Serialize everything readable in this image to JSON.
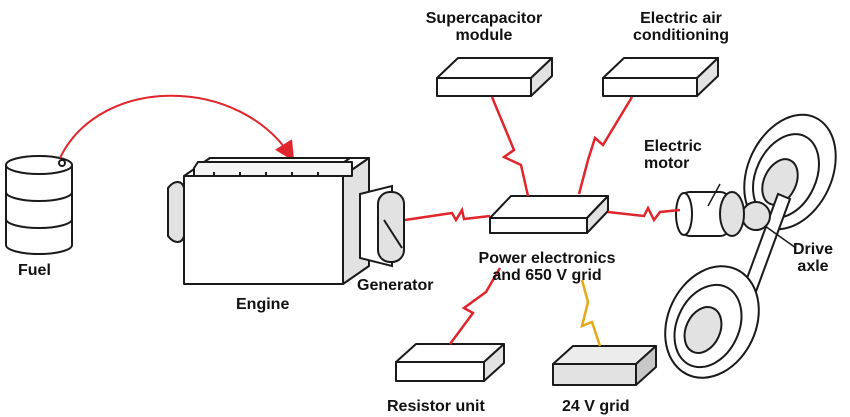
{
  "labels": {
    "fuel": "Fuel",
    "engine": "Engine",
    "generator": "Generator",
    "supercap_1": "Supercapacitor",
    "supercap_2": "module",
    "aircon_1": "Electric air",
    "aircon_2": "conditioning",
    "motor_1": "Electric",
    "motor_2": "motor",
    "power_1": "Power electronics",
    "power_2": "and 650 V grid",
    "drive_1": "Drive",
    "drive_2": "axle",
    "resistor": "Resistor unit",
    "grid24": "24 V grid"
  },
  "colors": {
    "outline": "#1a1a1a",
    "fill": "#ffffff",
    "shade": "#e2e2e2",
    "power_link": "#e0262c",
    "low_voltage_link": "#e6a817"
  }
}
